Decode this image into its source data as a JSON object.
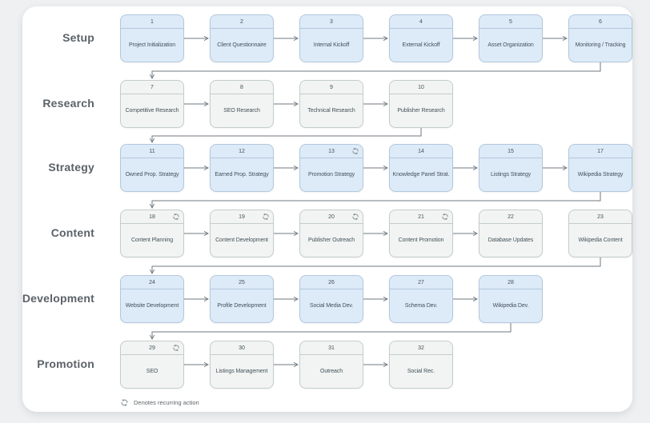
{
  "legend": {
    "text": "Denotes recurring action"
  },
  "colors": {
    "background": "#eef0f2",
    "card": "#ffffff",
    "box_blue_fill": "#ddeaf8",
    "box_blue_border": "#b3c8dc",
    "box_gray_fill": "#f1f4f2",
    "box_gray_border": "#c4cdca",
    "connector": "#6f7a82",
    "text": "#44525c",
    "row_label_text": "#5b6268"
  },
  "rows": [
    {
      "label": "Setup",
      "boxes": [
        {
          "num": "1",
          "label": "Project Initialization",
          "recurring": false
        },
        {
          "num": "2",
          "label": "Client Questionnaire",
          "recurring": false
        },
        {
          "num": "3",
          "label": "Internal Kickoff",
          "recurring": false
        },
        {
          "num": "4",
          "label": "External Kickoff",
          "recurring": false
        },
        {
          "num": "5",
          "label": "Asset Organization",
          "recurring": false
        },
        {
          "num": "6",
          "label": "Monitoring / Tracking",
          "recurring": false
        }
      ]
    },
    {
      "label": "Research",
      "boxes": [
        {
          "num": "7",
          "label": "Competitive Research",
          "recurring": false
        },
        {
          "num": "8",
          "label": "SEO Research",
          "recurring": false
        },
        {
          "num": "9",
          "label": "Technical Research",
          "recurring": false
        },
        {
          "num": "10",
          "label": "Publisher Research",
          "recurring": false
        }
      ]
    },
    {
      "label": "Strategy",
      "boxes": [
        {
          "num": "11",
          "label": "Owned Prop. Strategy",
          "recurring": false
        },
        {
          "num": "12",
          "label": "Earned Prop. Strategy",
          "recurring": false
        },
        {
          "num": "13",
          "label": "Promotion Strategy",
          "recurring": true
        },
        {
          "num": "14",
          "label": "Knowledge Panel Strat.",
          "recurring": false
        },
        {
          "num": "15",
          "label": "Listings Strategy",
          "recurring": false
        },
        {
          "num": "17",
          "label": "Wikipedia Strategy",
          "recurring": false
        }
      ]
    },
    {
      "label": "Content",
      "boxes": [
        {
          "num": "18",
          "label": "Content Planning",
          "recurring": true
        },
        {
          "num": "19",
          "label": "Content Development",
          "recurring": true
        },
        {
          "num": "20",
          "label": "Publisher Outreach",
          "recurring": true
        },
        {
          "num": "21",
          "label": "Content Promotion",
          "recurring": true
        },
        {
          "num": "22",
          "label": "Database Updates",
          "recurring": false
        },
        {
          "num": "23",
          "label": "Wikipedia Content",
          "recurring": false
        }
      ]
    },
    {
      "label": "Development",
      "boxes": [
        {
          "num": "24",
          "label": "Website Development",
          "recurring": false
        },
        {
          "num": "25",
          "label": "Profile Development",
          "recurring": false
        },
        {
          "num": "26",
          "label": "Social Media Dev.",
          "recurring": false
        },
        {
          "num": "27",
          "label": "Schema Dev.",
          "recurring": false
        },
        {
          "num": "28",
          "label": "Wikipedia Dev.",
          "recurring": false
        }
      ]
    },
    {
      "label": "Promotion",
      "boxes": [
        {
          "num": "29",
          "label": "SEO",
          "recurring": true
        },
        {
          "num": "30",
          "label": "Listings Management",
          "recurring": false
        },
        {
          "num": "31",
          "label": "Outreach",
          "recurring": false
        },
        {
          "num": "32",
          "label": "Social Rec.",
          "recurring": false
        }
      ]
    }
  ]
}
